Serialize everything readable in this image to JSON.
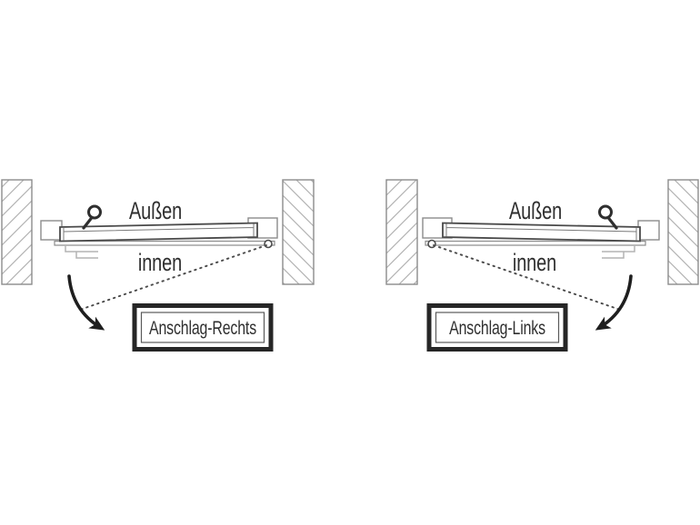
{
  "figure": {
    "left_diagram": {
      "outside_label": "Außen",
      "inside_label": "innen",
      "caption": "Anschlag-Rechts"
    },
    "right_diagram": {
      "outside_label": "Außen",
      "inside_label": "innen",
      "caption": "Anschlag-Links"
    },
    "colors": {
      "background": "#ffffff",
      "ink": "#2f2f2f",
      "line_gray": "#8c8c8c",
      "hatch_gray": "#b2b2b2",
      "caption_border": "#262626"
    }
  }
}
